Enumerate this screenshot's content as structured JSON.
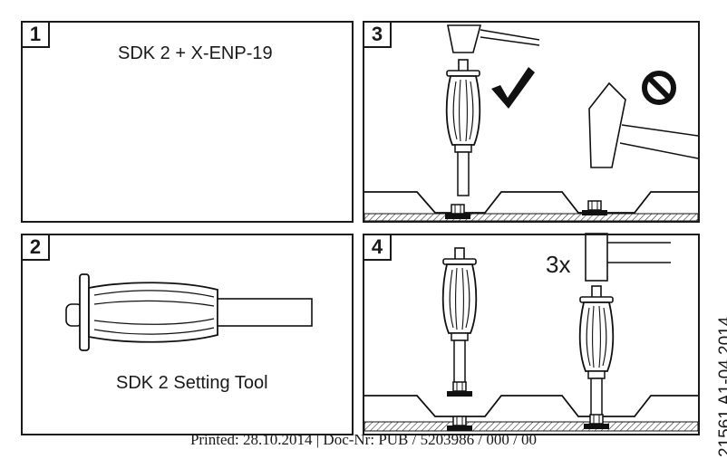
{
  "panels": [
    {
      "step": "1",
      "caption": "SDK 2 + X-ENP-19"
    },
    {
      "step": "2",
      "caption": "SDK 2 Setting Tool"
    },
    {
      "step": "3",
      "caption": ""
    },
    {
      "step": "4",
      "caption": "3x"
    }
  ],
  "icons": {
    "ok": "checkmark-icon",
    "forbidden": "prohibited-icon"
  },
  "side_code": "21561 A1-04.2014",
  "footer": "Printed: 28.10.2014 | Doc-Nr: PUB / 5203986 / 000 / 00"
}
